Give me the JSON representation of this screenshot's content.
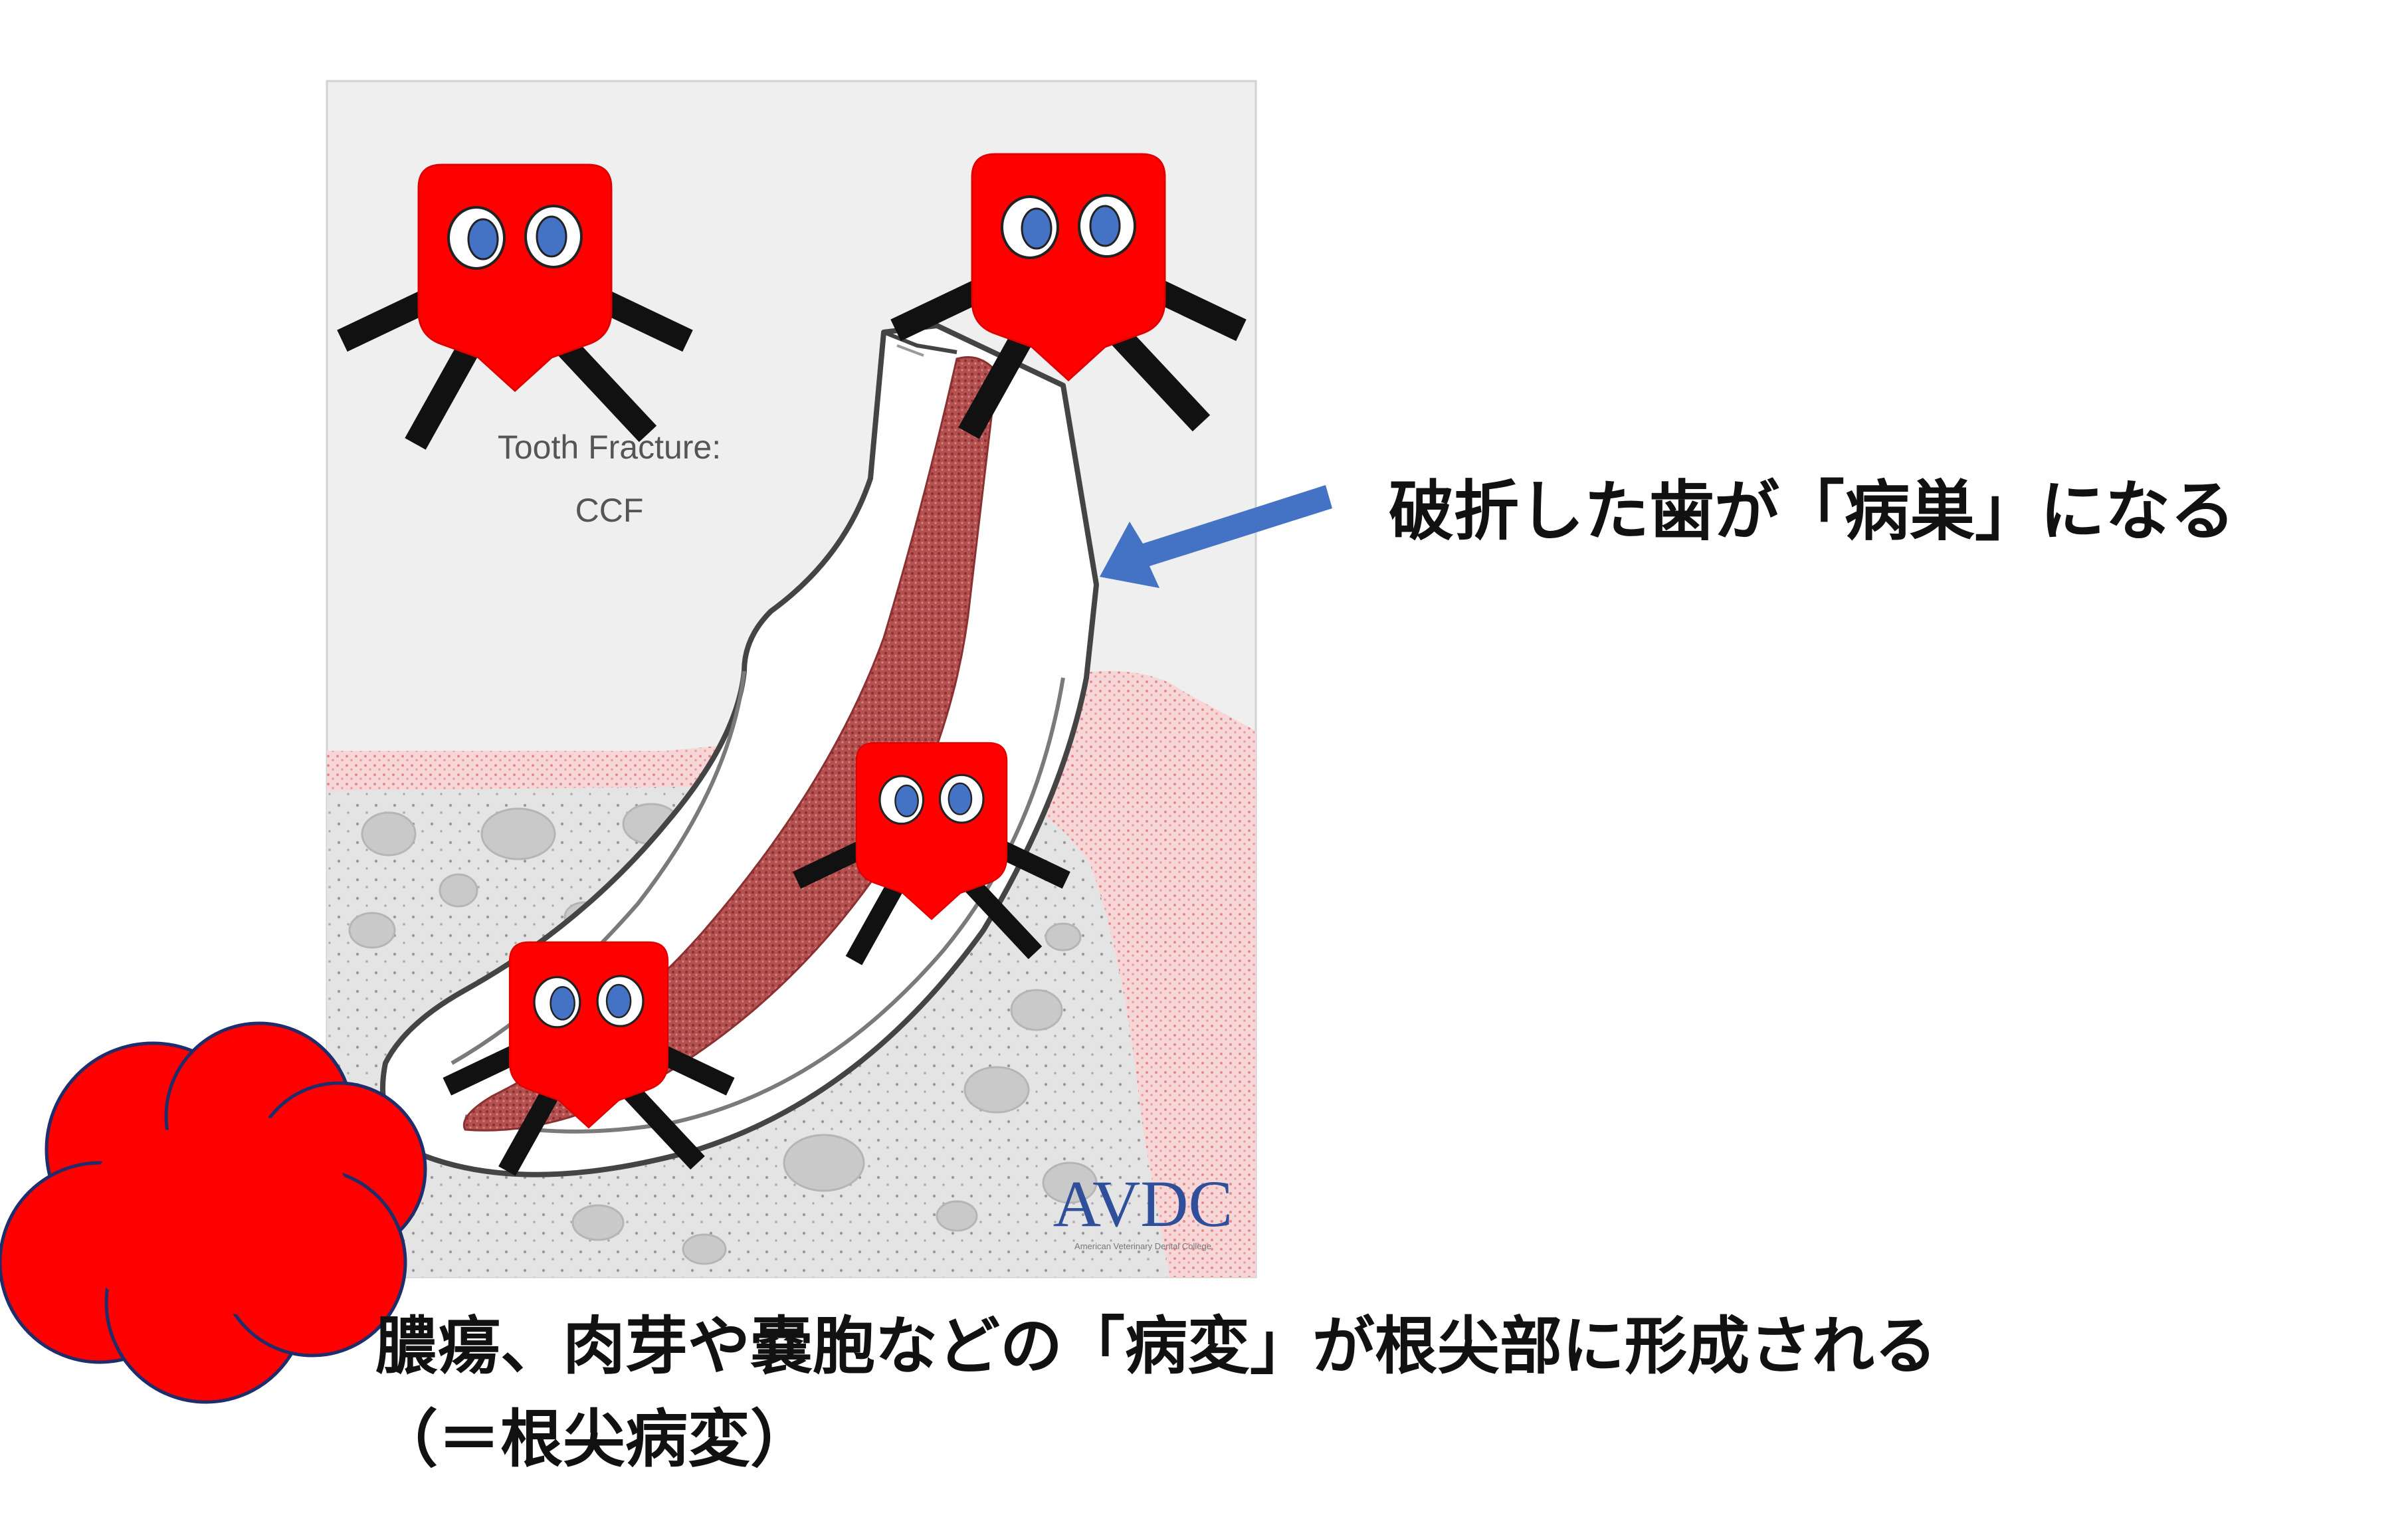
{
  "figure": {
    "image_title_line1": "Tooth Fracture:",
    "image_title_line2": "CCF",
    "logo_text": "AVDC",
    "logo_subtext": "American Veterinary Dental College"
  },
  "annotations": {
    "nest_caption": "破折した歯が「病巣」になる",
    "lesion_caption_line1": "膿瘍、肉芽や嚢胞などの「病変」が根尖部に形成される",
    "lesion_caption_line2": "（＝根尖病変）"
  },
  "colors": {
    "bacteria": "#ff0000",
    "eye": "#4472c4",
    "arrow": "#4472c4",
    "pulp": "#a84040",
    "gum": "#e8a0a0",
    "bone": "#e6e6e6"
  },
  "icons": [
    "bacteria-character-icon",
    "abscess-cloud-icon",
    "arrow-left-icon"
  ]
}
